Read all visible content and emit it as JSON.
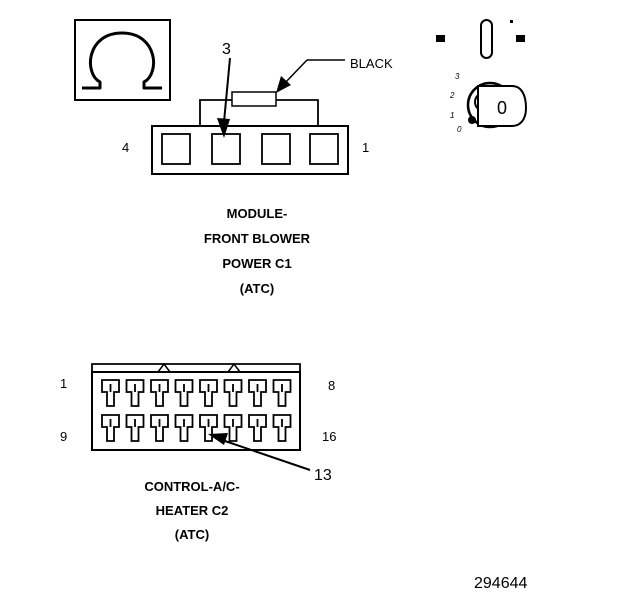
{
  "connector_c1": {
    "pin_left": "4",
    "pin_right": "1",
    "callout_pin": "3",
    "wire_color": "BLACK",
    "caption": [
      "MODULE-",
      "FRONT BLOWER",
      "POWER C1",
      "(ATC)"
    ]
  },
  "connector_c2": {
    "pin_top_left": "1",
    "pin_top_right": "8",
    "pin_bottom_left": "9",
    "pin_bottom_right": "16",
    "callout_pin": "13",
    "caption": [
      "CONTROL-A/C-",
      "HEATER C2",
      "(ATC)"
    ]
  },
  "ignition_switch": {
    "positions": [
      "3",
      "2",
      "1",
      "0"
    ],
    "key_label": "0"
  },
  "figure_number": "294644"
}
